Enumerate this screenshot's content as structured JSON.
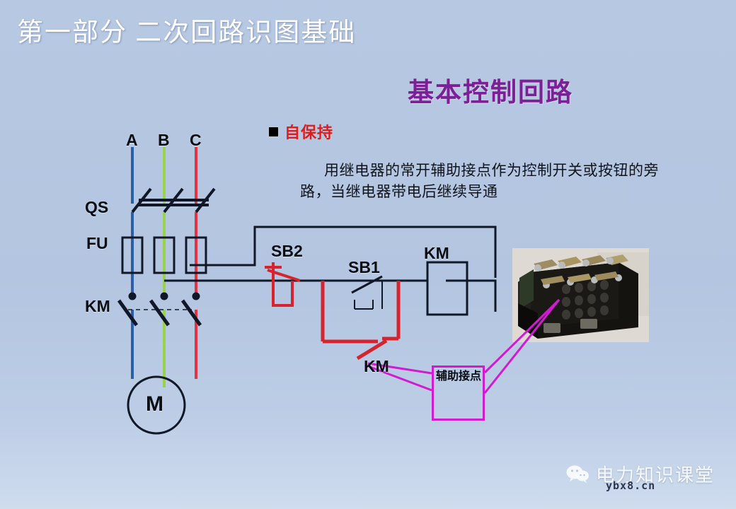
{
  "header": {
    "title": "第一部分  二次回路识图基础",
    "title_color": "#ffffff"
  },
  "subtitle": {
    "text": "基本控制回路",
    "color": "#7d1f96"
  },
  "bullet": {
    "marker": "black-square-bullet",
    "text": "自保持",
    "color": "#e01b1b"
  },
  "paragraph": {
    "text": "用继电器的常开辅助接点作为控制开关或按钮的旁路，当继电器带电后继续导通"
  },
  "diagram": {
    "phase_labels": [
      "A",
      "B",
      "C"
    ],
    "phase_colors": [
      "#2a5ea8",
      "#97d44a",
      "#e8313b"
    ],
    "device_labels": {
      "disconnect": "QS",
      "fuse": "FU",
      "contactor_main": "KM",
      "motor": "M",
      "stop_button": "SB2",
      "start_button": "SB1",
      "coil": "KM",
      "hold_contact": "KM"
    },
    "wire_colors": {
      "control_black": "#101828",
      "control_red": "#d6242e",
      "callout_magenta": "#d11ad1"
    }
  },
  "callout": {
    "label": "辅助接点",
    "border_color": "#d11ad1"
  },
  "photo": {
    "caption": "contactor-relay-photograph"
  },
  "watermark": {
    "icon": "wechat-icon",
    "name": "电力知识课堂",
    "site": "ybx8.cn"
  }
}
